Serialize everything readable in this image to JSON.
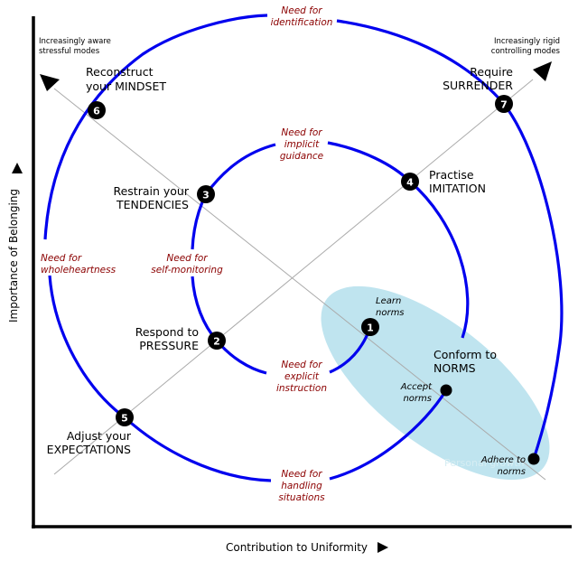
{
  "colors": {
    "spiral": "#0000ee",
    "need_text": "#8b0000",
    "ellipse": "#bfe4ef",
    "diagonal": "#aaaaaa",
    "axis": "#000000"
  },
  "axes": {
    "x_label": "Contribution to Uniformity",
    "y_label": "Importance of Belonging",
    "x_arrow_icon": "right-triangle",
    "y_arrow_icon": "up-triangle"
  },
  "corners": {
    "top_left": [
      "Increasingly aware",
      "stressful modes"
    ],
    "top_right": [
      "Increasingly rigid",
      "controlling modes"
    ]
  },
  "stages": [
    {
      "number": "1",
      "lines": []
    },
    {
      "number": "2",
      "lines": [
        "Respond to",
        "PRESSURE"
      ]
    },
    {
      "number": "3",
      "lines": [
        "Restrain your",
        "TENDENCIES"
      ]
    },
    {
      "number": "4",
      "lines": [
        "Practise",
        "IMITATION"
      ]
    },
    {
      "number": "5",
      "lines": [
        "Adjust your",
        "EXPECTATIONS"
      ]
    },
    {
      "number": "6",
      "lines": [
        "Reconstruct",
        "your MINDSET"
      ]
    },
    {
      "number": "7",
      "lines": [
        "Require",
        "SURRENDER"
      ]
    }
  ],
  "center_label": [
    "Conform to",
    "NORMS"
  ],
  "norm_points": {
    "learn": [
      "Learn",
      "norms"
    ],
    "accept": [
      "Accept",
      "norms"
    ],
    "adhere": [
      "Adhere to",
      "norms"
    ]
  },
  "needs": {
    "identification": [
      "Need for",
      "identification"
    ],
    "implicit_guidance": [
      "Need for",
      "implicit",
      "guidance"
    ],
    "self_monitoring": [
      "Need for",
      "self-monitoring"
    ],
    "wholeheartness": [
      "Need for",
      "wholeheartness"
    ],
    "explicit_instruction": [
      "Need for",
      "explicit",
      "instruction"
    ],
    "handling_situations": [
      "Need for",
      "handling",
      "situations"
    ]
  },
  "watermark": "Personal growth"
}
